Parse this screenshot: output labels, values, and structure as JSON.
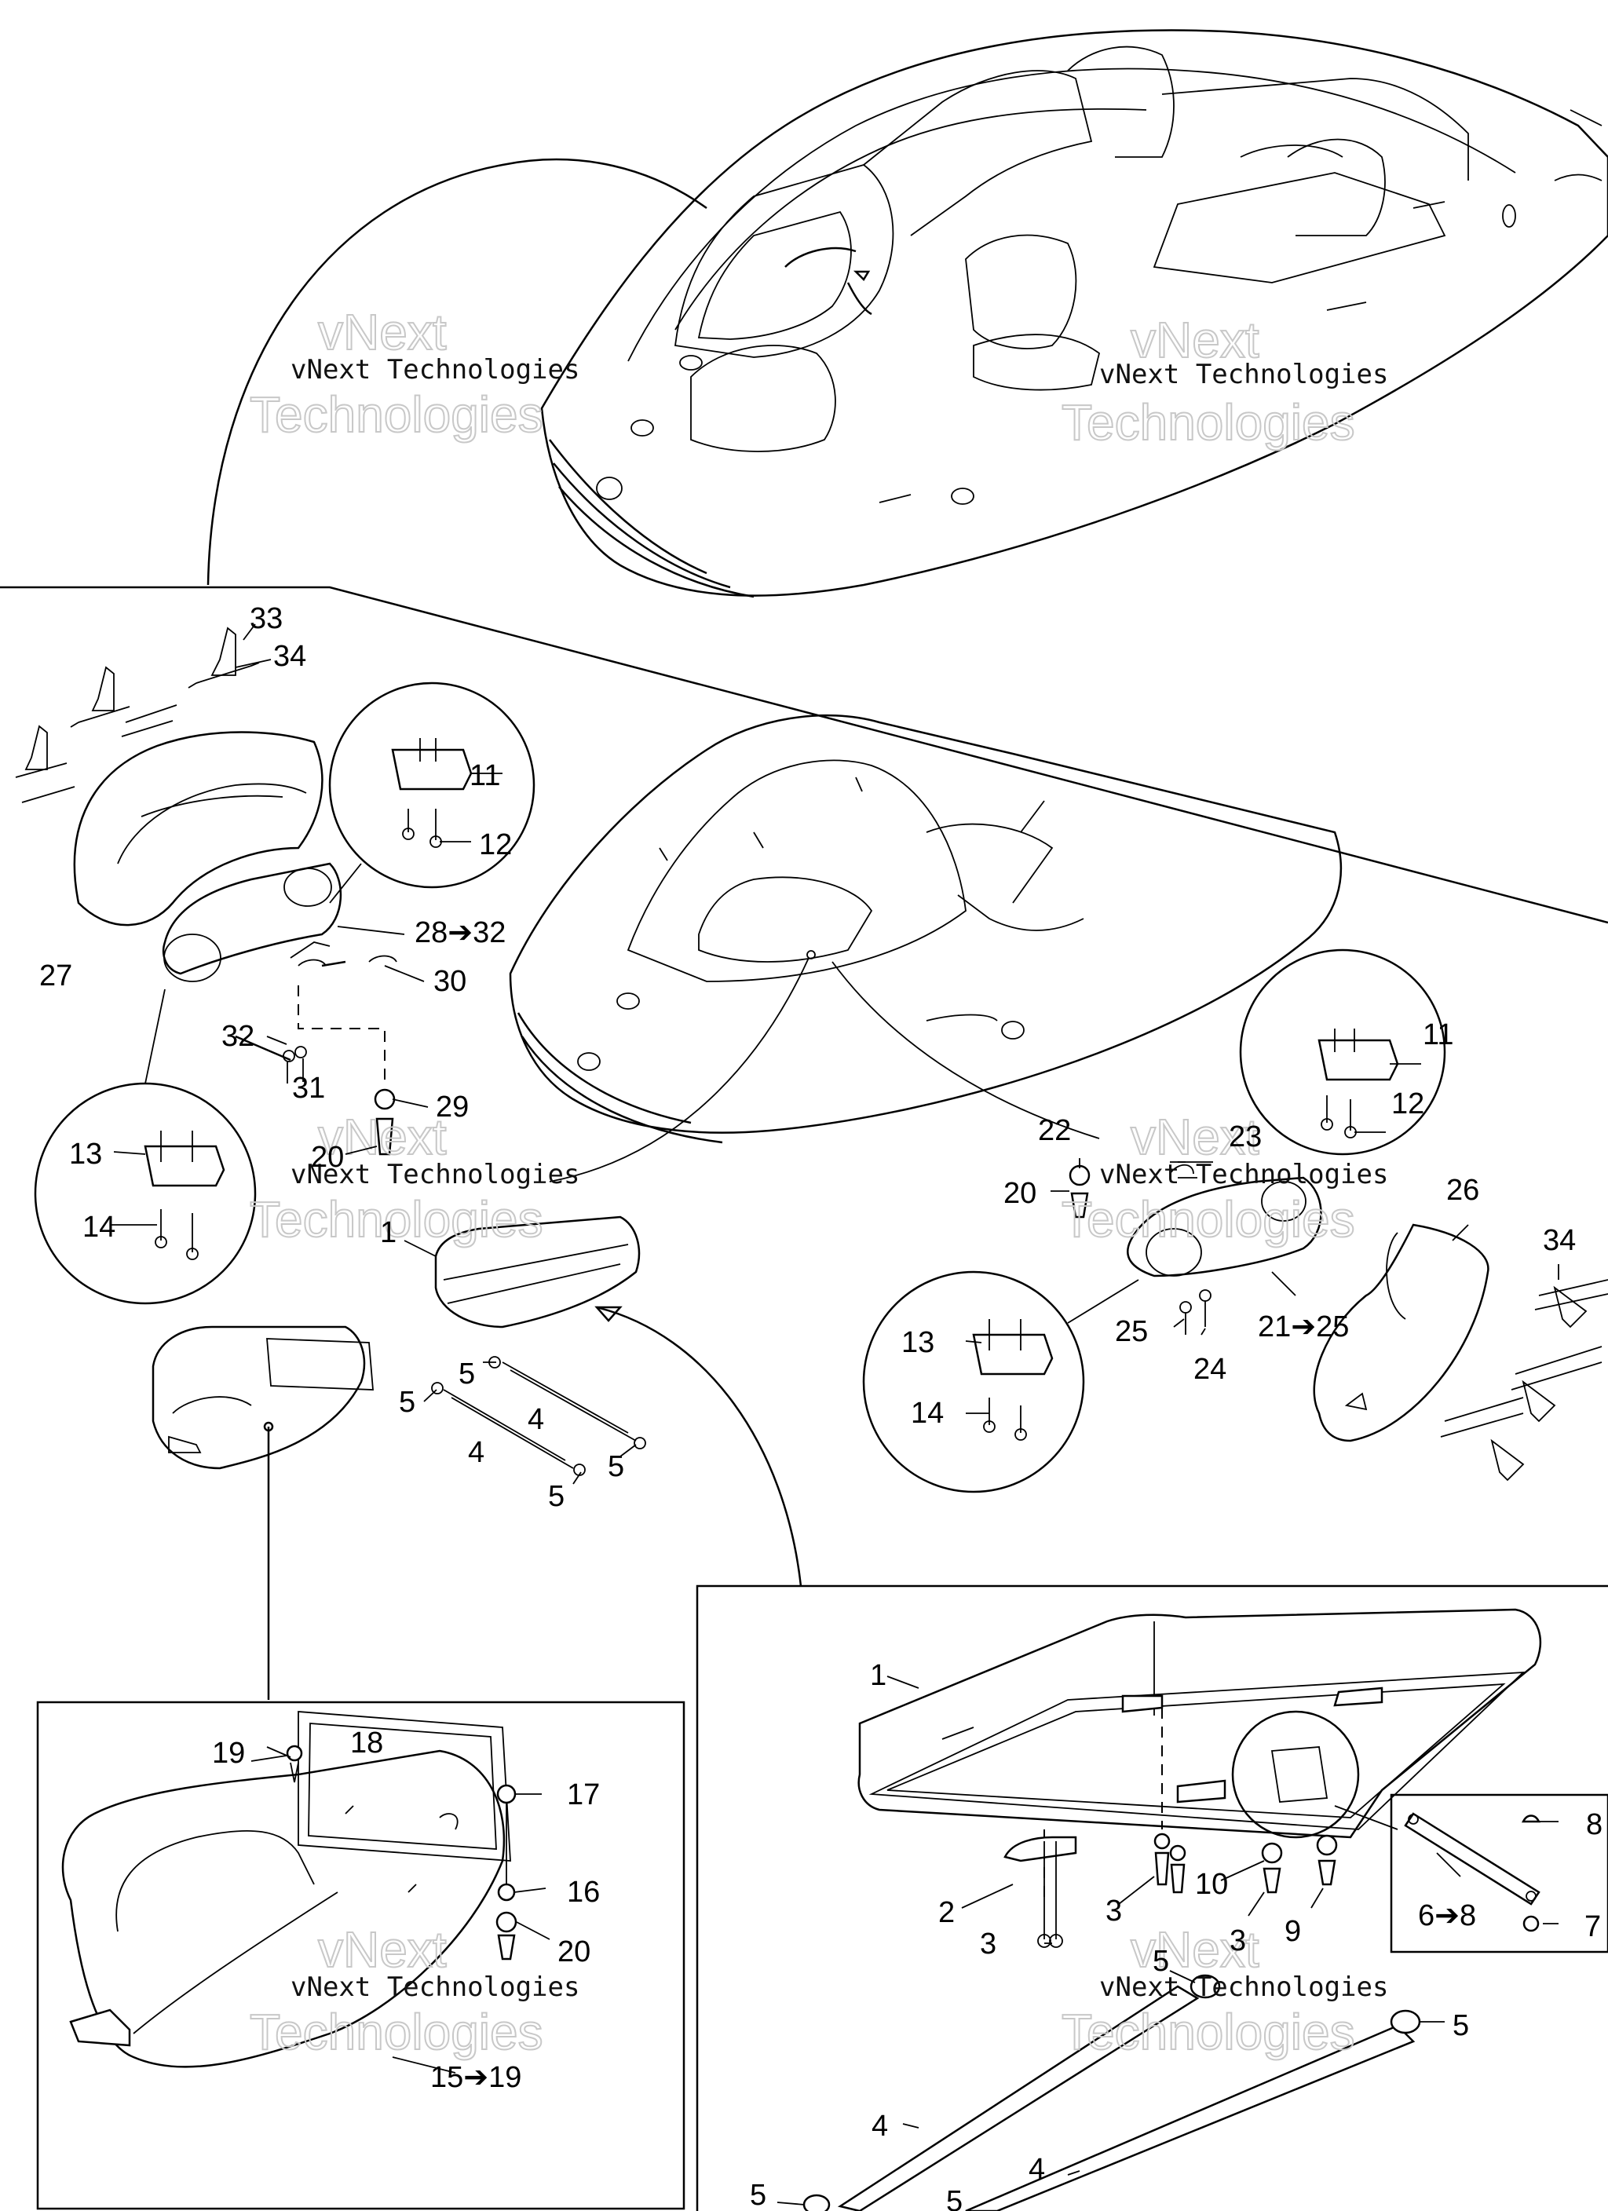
{
  "watermarks": {
    "brand_lines": [
      "vNext",
      "Technologies"
    ],
    "caption": "vNext Technologies"
  },
  "callouts": {
    "c33": "33",
    "c34a": "34",
    "c11a": "11",
    "c12a": "12",
    "c27": "27",
    "c28_32": "28➔32",
    "c30": "30",
    "c32": "32",
    "c31": "31",
    "c29": "29",
    "c20a": "20",
    "c13a": "13",
    "c14a": "14",
    "c1a": "1",
    "c5a": "5",
    "c5b": "5",
    "c5c": "5",
    "c5d": "5",
    "c4a": "4",
    "c4b": "4",
    "c22": "22",
    "c23": "23",
    "c20b": "20",
    "c11b": "11",
    "c12b": "12",
    "c26": "26",
    "c34b": "34",
    "c25": "25",
    "c24": "24",
    "c21_25": "21➔25",
    "c13b": "13",
    "c14b": "14",
    "c19": "19",
    "c18": "18",
    "c17": "17",
    "c16": "16",
    "c20c": "20",
    "c15_19": "15➔19",
    "c1b": "1",
    "c2": "2",
    "c3a": "3",
    "c3b": "3",
    "c3c": "3",
    "c10": "10",
    "c9": "9",
    "c8": "8",
    "c6_8": "6➔8",
    "c7": "7",
    "c5e": "5",
    "c5f": "5",
    "c5g": "5",
    "c5h": "5",
    "c4c": "4",
    "c4d": "4"
  }
}
